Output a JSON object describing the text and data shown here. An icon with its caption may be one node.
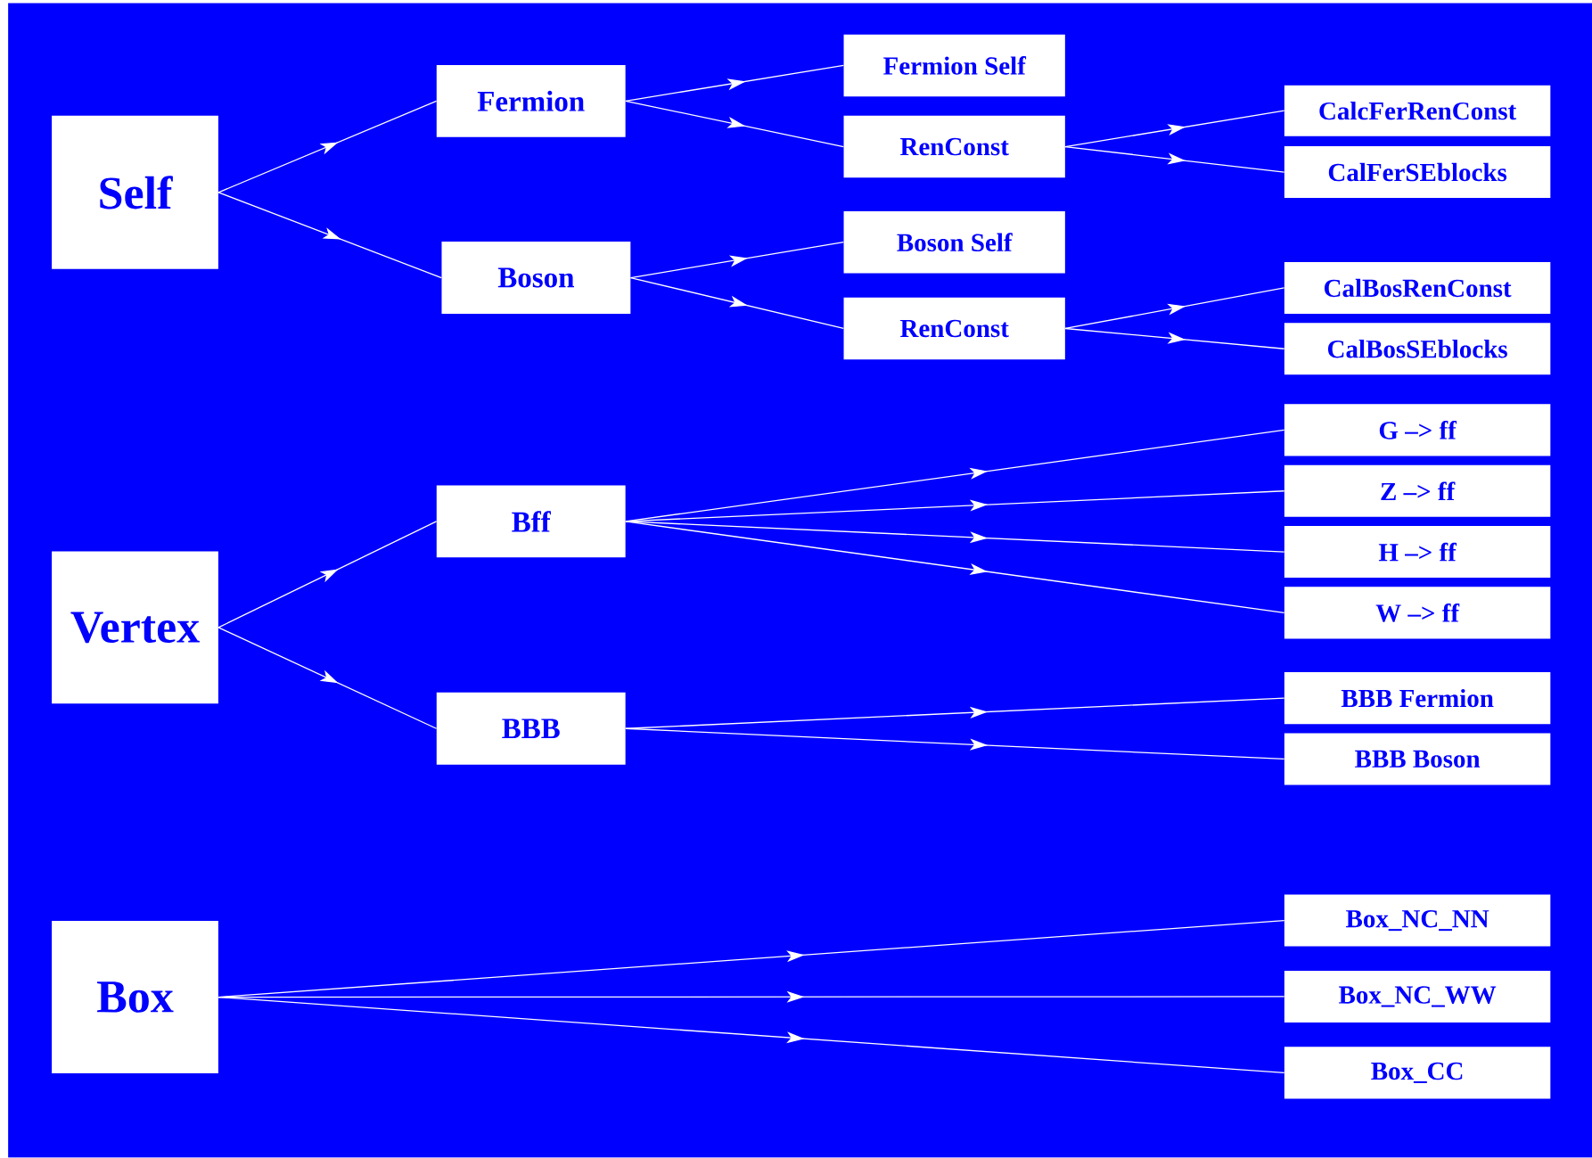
{
  "diagram": {
    "nodes": [
      {
        "text": [
          "Self"
        ]
      },
      {
        "text": [
          "Fermion"
        ]
      },
      {
        "text": [
          "Fermion Self"
        ]
      },
      {
        "text": [
          "RenConst"
        ]
      },
      {
        "text": [
          "CalcFerRenConst"
        ]
      },
      {
        "text": [
          "CalFerSEblocks"
        ]
      },
      {
        "text": [
          "Boson"
        ]
      },
      {
        "text": [
          "Boson Self"
        ]
      },
      {
        "text": [
          "RenConst"
        ]
      },
      {
        "text": [
          "CalBosRenConst"
        ]
      },
      {
        "text": [
          "CalBosSEblocks"
        ]
      },
      {
        "text": [
          "Vertex"
        ]
      },
      {
        "text": [
          "Bff"
        ]
      },
      {
        "text": [
          "G –> ff"
        ]
      },
      {
        "text": [
          "Z –> ff"
        ]
      },
      {
        "text": [
          "H –> ff"
        ]
      },
      {
        "text": [
          "W –> ff"
        ]
      },
      {
        "text": [
          "BBB"
        ]
      },
      {
        "text": [
          "BBB Fermion"
        ]
      },
      {
        "text": [
          "BBB Boson"
        ]
      },
      {
        "text": [
          "Box"
        ]
      },
      {
        "text": [
          "Box_NC_NN"
        ]
      },
      {
        "text": [
          "Box_NC_WW"
        ]
      },
      {
        "text": [
          "Box_CC"
        ]
      }
    ],
    "edges": [
      {
        "from": 0,
        "to": 1,
        "arrow": "to"
      },
      {
        "from": 0,
        "to": 6,
        "arrow": "to"
      },
      {
        "from": 1,
        "to": 2,
        "arrow": "to"
      },
      {
        "from": 1,
        "to": 3,
        "arrow": "to"
      },
      {
        "from": 3,
        "to": 4,
        "arrow": "to"
      },
      {
        "from": 3,
        "to": 5,
        "arrow": "to"
      },
      {
        "from": 6,
        "to": 7,
        "arrow": "to"
      },
      {
        "from": 6,
        "to": 8,
        "arrow": "to"
      },
      {
        "from": 8,
        "to": 9,
        "arrow": "to"
      },
      {
        "from": 8,
        "to": 10,
        "arrow": "to"
      },
      {
        "from": 11,
        "to": 12,
        "arrow": "to"
      },
      {
        "from": 11,
        "to": 17,
        "arrow": "to"
      },
      {
        "from": 12,
        "to": 13,
        "arrow": "to"
      },
      {
        "from": 12,
        "to": 14,
        "arrow": "to"
      },
      {
        "from": 12,
        "to": 15,
        "arrow": "to"
      },
      {
        "from": 12,
        "to": 16,
        "arrow": "to"
      },
      {
        "from": 17,
        "to": 18,
        "arrow": "to"
      },
      {
        "from": 17,
        "to": 19,
        "arrow": "to"
      },
      {
        "from": 20,
        "to": 21,
        "arrow": "to"
      },
      {
        "from": 20,
        "to": 22,
        "arrow": "to"
      },
      {
        "from": 20,
        "to": 23,
        "arrow": "to"
      }
    ]
  }
}
